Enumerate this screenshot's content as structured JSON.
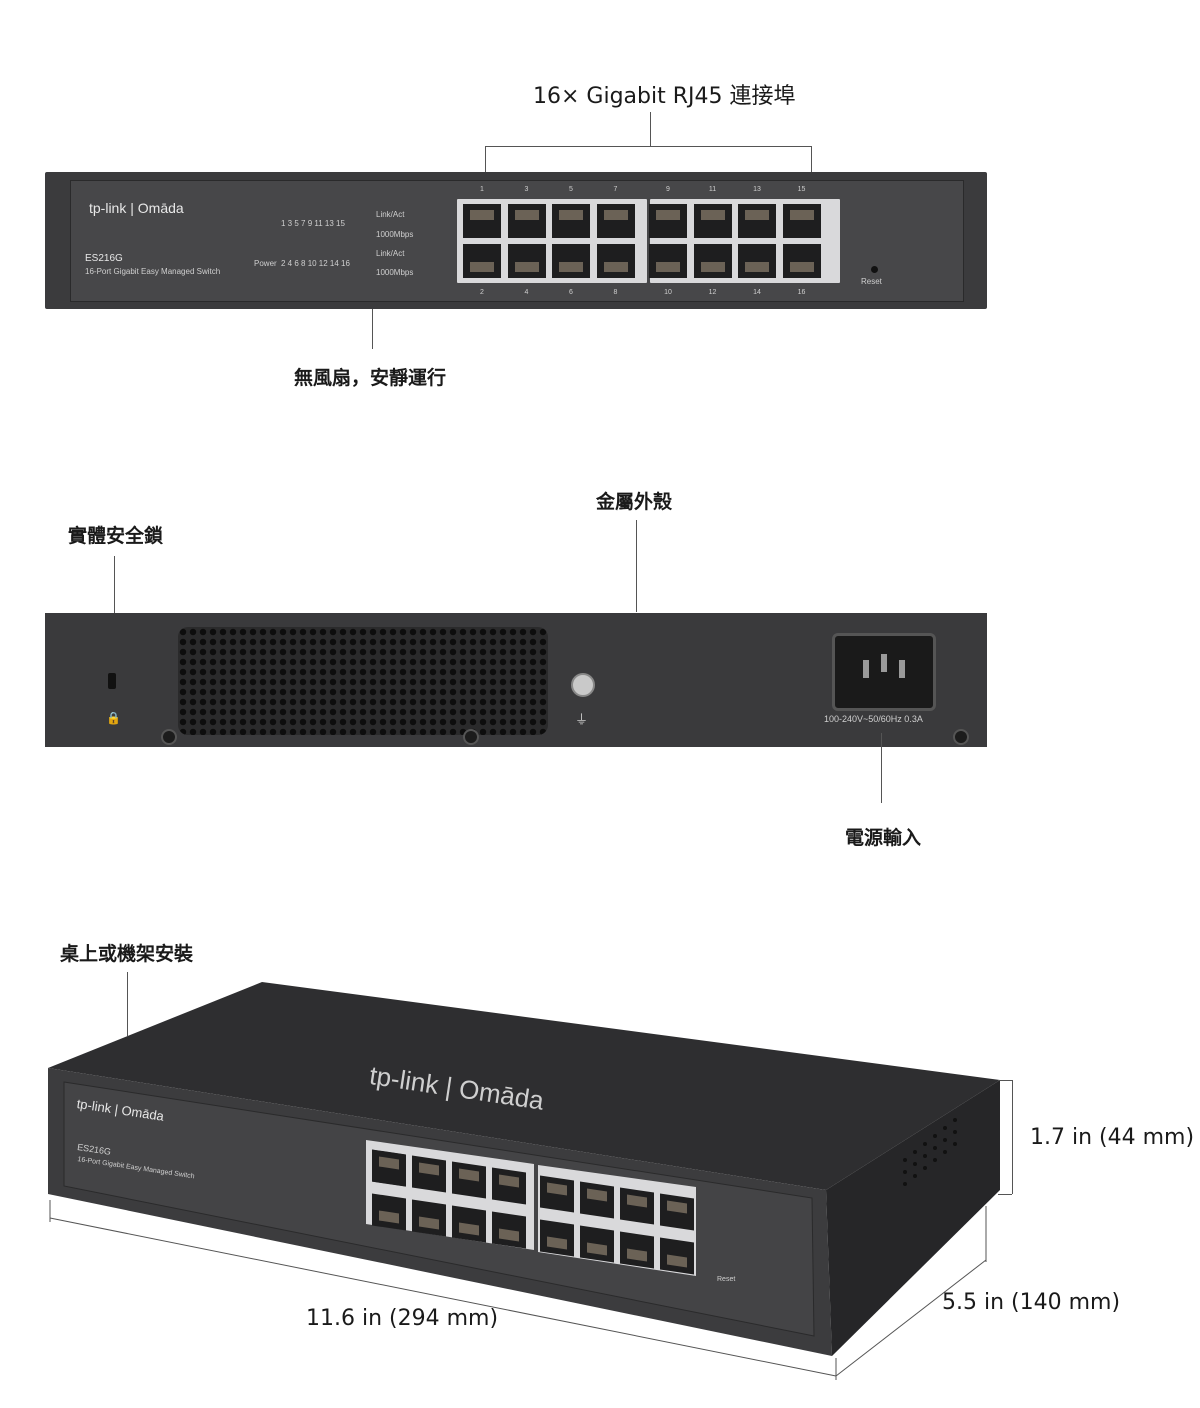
{
  "callouts": {
    "ports": "16× Gigabit RJ45 連接埠",
    "fanless": "無風扇，安靜運行",
    "metal_case": "金屬外殼",
    "security_lock": "實體安全鎖",
    "power_input": "電源輸入",
    "mounting": "桌上或機架安裝"
  },
  "dimensions": {
    "height": "1.7 in (44 mm)",
    "width": "11.6  in (294 mm)",
    "depth": "5.5  in (140 mm)"
  },
  "device": {
    "brand": "tp-link | Omāda",
    "model": "ES216G",
    "description": "16-Port Gigabit Easy Managed Switch",
    "power_label": "Power",
    "led_top_label": "Link/Act",
    "led_speed_label": "1000Mbps",
    "led_bottom_label": "Link/Act",
    "led_speed_label2": "1000Mbps",
    "odd_leds": "1  3  5  7  9  11 13 15",
    "even_leds": "2  4  6  8  10 12 14 16",
    "reset_label": "Reset",
    "top_ports": [
      "1",
      "3",
      "5",
      "7",
      "9",
      "11",
      "13",
      "15"
    ],
    "bottom_ports": [
      "2",
      "4",
      "6",
      "8",
      "10",
      "12",
      "14",
      "16"
    ],
    "power_rating": "100-240V~50/60Hz 0.3A",
    "top_logo": "tp-link | Omāda"
  },
  "colors": {
    "body": "#3b3b3d",
    "panel": "#474749",
    "text": "#1a1a1a"
  }
}
